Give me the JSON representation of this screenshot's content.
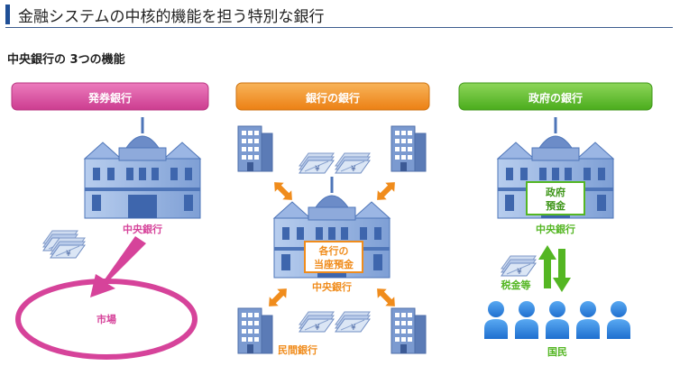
{
  "page": {
    "heading": "金融システムの中核的機能を担う特別な銀行",
    "subheading": "中央銀行の 3つの機能"
  },
  "diagram": {
    "panels": [
      {
        "title": "発券銀行",
        "color": "#d6439a"
      },
      {
        "title": "銀行の銀行",
        "color": "#f08c1c"
      },
      {
        "title": "政府の銀行",
        "color": "#54b623"
      }
    ],
    "labels": {
      "central_bank_1": "中央銀行",
      "market": "市場",
      "deposit_line1": "各行の",
      "deposit_line2": "当座預金",
      "central_bank_2": "中央銀行",
      "private_banks": "民間銀行",
      "gov_deposit_line1": "政府",
      "gov_deposit_line2": "預金",
      "central_bank_3": "中央銀行",
      "taxes": "税金等",
      "citizens": "国民"
    },
    "colors": {
      "orange": "#f08c1c",
      "green": "#54b623",
      "magenta": "#d6439a",
      "building": "#6f95cf"
    }
  }
}
